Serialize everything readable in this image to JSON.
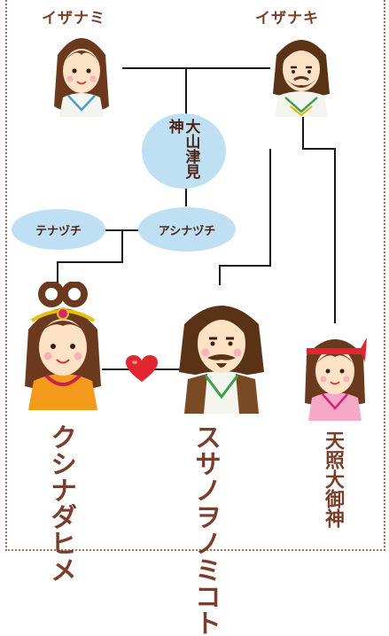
{
  "nodes": {
    "izanami": "イザナミ",
    "izanagi": "イザナキ",
    "ooyamatsumi": "大山津見神",
    "tenazuchi": "テナヅチ",
    "ashinazuchi": "アシナヅチ",
    "kushinada": "クシナダヒメ",
    "susanoo": "スサノヲノミコト",
    "amaterasu": "天照大御神"
  },
  "colors": {
    "line": "#1a1a1a",
    "label": "#7a3e2c",
    "oval": "#bfe0f2",
    "heart": "#e2262f"
  },
  "icons": {
    "union_symbol": "heart-icon"
  }
}
